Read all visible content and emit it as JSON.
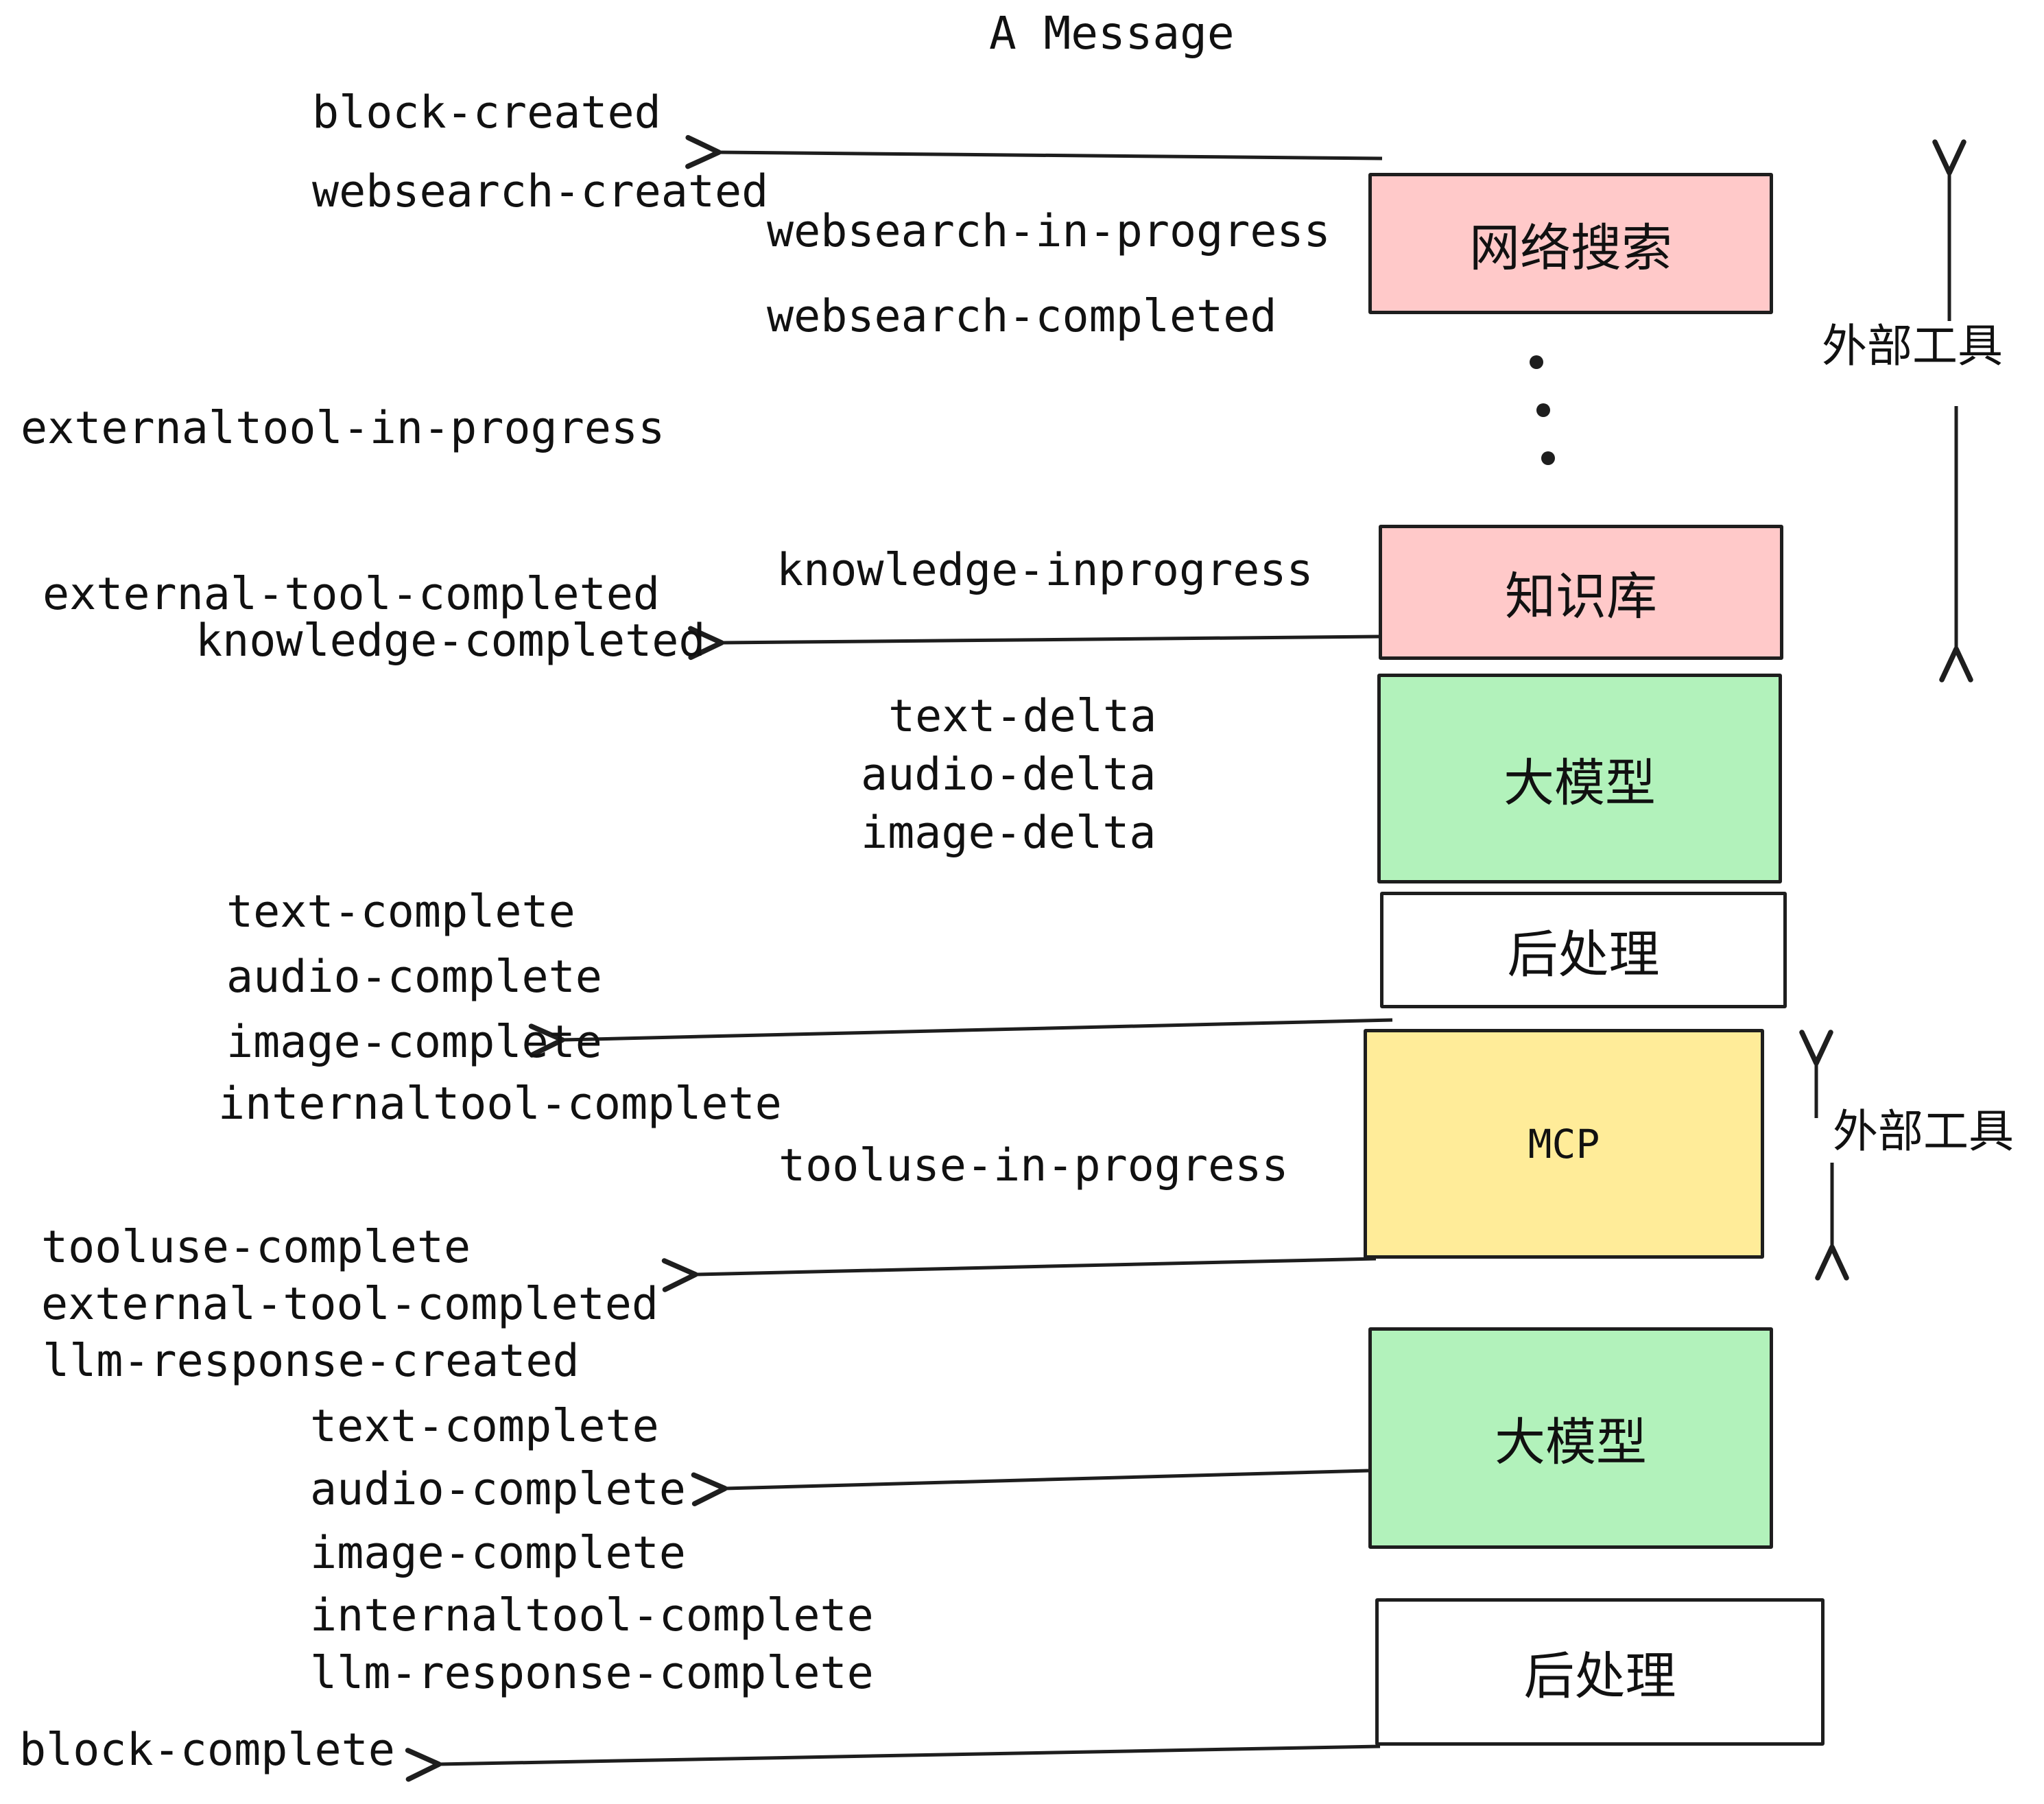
{
  "title": "A Message",
  "nodes": {
    "websearch": "网络搜索",
    "knowledge": "知识库",
    "llm1": "大模型",
    "post1": "后处理",
    "mcp": "MCP",
    "llm2": "大模型",
    "post2": "后处理"
  },
  "annotations": {
    "external_tools_top": "外部工具",
    "external_tools_mid": "外部工具"
  },
  "events": {
    "block_created": "block-created",
    "websearch_created": "websearch-created",
    "websearch_in_progress": "websearch-in-progress",
    "websearch_completed": "websearch-completed",
    "externaltool_in_progress": "externaltool-in-progress",
    "knowledge_inprogress": "knowledge-inprogress",
    "external_tool_completed_1": "external-tool-completed",
    "knowledge_completed": "knowledge-completed",
    "text_delta_1": "text-delta",
    "audio_delta_1": "audio-delta",
    "image_delta_1": "image-delta",
    "text_complete_1": "text-complete",
    "audio_complete_1": "audio-complete",
    "image_complete_1": "image-complete",
    "internaltool_complete_1": "internaltool-complete",
    "tooluse_in_progress": "tooluse-in-progress",
    "tooluse_complete": "tooluse-complete",
    "external_tool_completed_2": "external-tool-completed",
    "llm_response_created": "llm-response-created",
    "text_complete_2": "text-complete",
    "audio_complete_2": "audio-complete",
    "image_complete_2": "image-complete",
    "internaltool_complete_2": "internaltool-complete",
    "llm_response_complete": "llm-response-complete",
    "block_complete": "block-complete"
  },
  "colors": {
    "pink": "#ffc9c9",
    "green": "#b2f2bb",
    "yellow": "#ffec99",
    "stroke": "#1e1e1e"
  }
}
